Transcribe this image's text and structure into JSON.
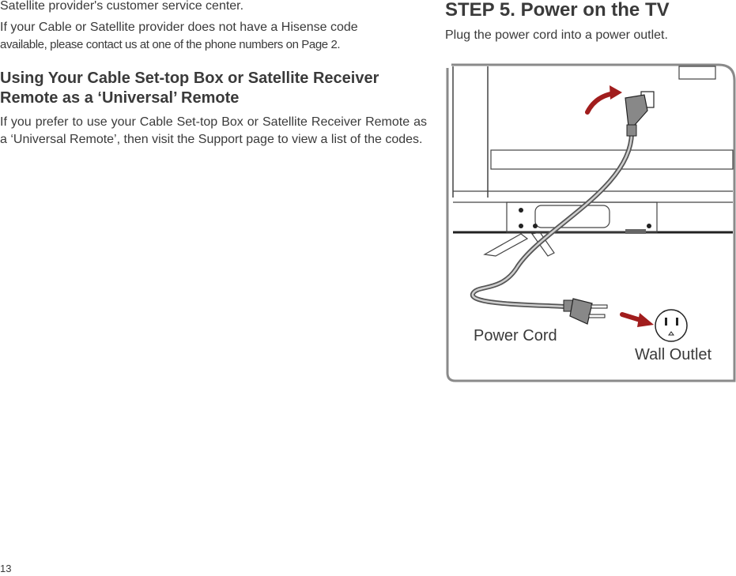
{
  "left": {
    "para1": "Satellite provider's customer service center.",
    "para2_main": "If your Cable or Satellite provider does not have a Hisense code",
    "para2_tail": "available, please contact us at one of the phone numbers on Page 2.",
    "heading_line1": "Using Your Cable Set-top Box or Satellite Receiver",
    "heading_line2": "Remote as a ‘Universal’ Remote",
    "para3": "If you prefer to use your Cable Set-top Box or Satellite Receiver Remote as a ‘Universal Remote’, then visit the Support page to view a list of the codes."
  },
  "right": {
    "heading": "STEP 5. Power on the TV",
    "para": "Plug the power cord into a power outlet."
  },
  "figure": {
    "power_cord_label": "Power Cord",
    "wall_outlet_label": "Wall Outlet",
    "arrow_color": "#a11d1d"
  },
  "page_number": "13"
}
